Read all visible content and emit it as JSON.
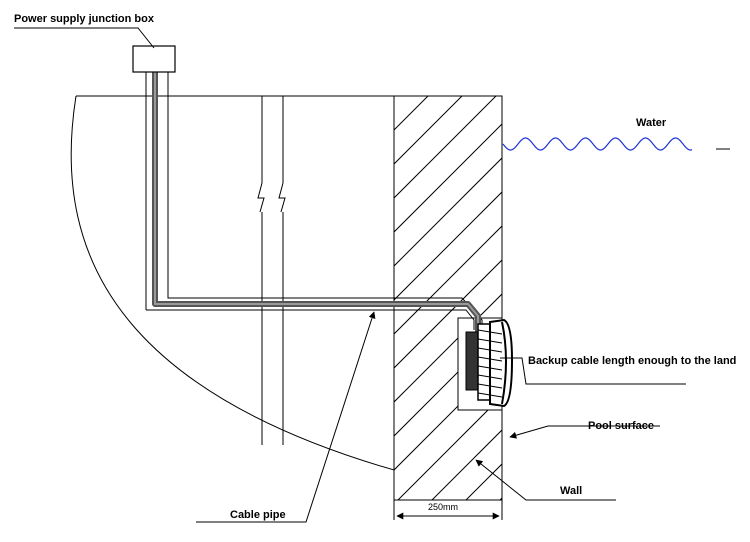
{
  "labels": {
    "junction_box": "Power supply junction box",
    "water": "Water",
    "backup_cable": "Backup cable length enough to the land",
    "pool_surface": "Pool surface",
    "wall": "Wall",
    "cable_pipe": "Cable pipe",
    "wall_thickness": "250mm"
  },
  "colors": {
    "line": "#000000",
    "water_wave": "#1f33d6",
    "cable": "#555555",
    "background": "#ffffff"
  }
}
